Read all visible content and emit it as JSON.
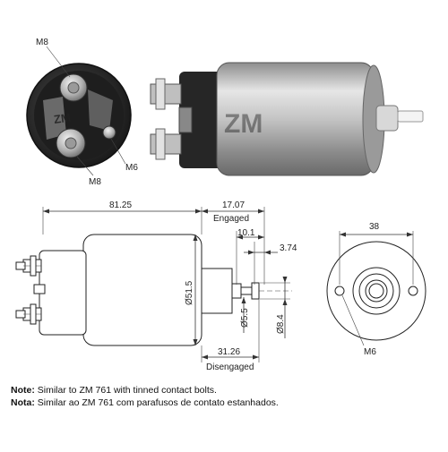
{
  "photo_labels": {
    "m8_top": "M8",
    "m8_bottom": "M8",
    "m6": "M6"
  },
  "dimensions": {
    "length_total": "81.25",
    "engaged": "17.07",
    "engaged_label": "Engaged",
    "d10_1": "10.1",
    "d3_74": "3.74",
    "diameter_body": "Ø51.5",
    "d5_5": "Ø5.5",
    "d8_4": "Ø8.4",
    "disengaged": "31.26",
    "disengaged_label": "Disengaged",
    "width_38": "38",
    "end_m6": "M6"
  },
  "notes": [
    {
      "prefix": "Note:",
      "text": "Similar to ZM 761 with tinned contact bolts."
    },
    {
      "prefix": "Nota:",
      "text": "Similar ao ZM 761 com parafusos de contato estanhados."
    }
  ],
  "colors": {
    "photo_dark": "#2a2a2a",
    "photo_metal": "#b9b9b9",
    "line": "#222222"
  }
}
